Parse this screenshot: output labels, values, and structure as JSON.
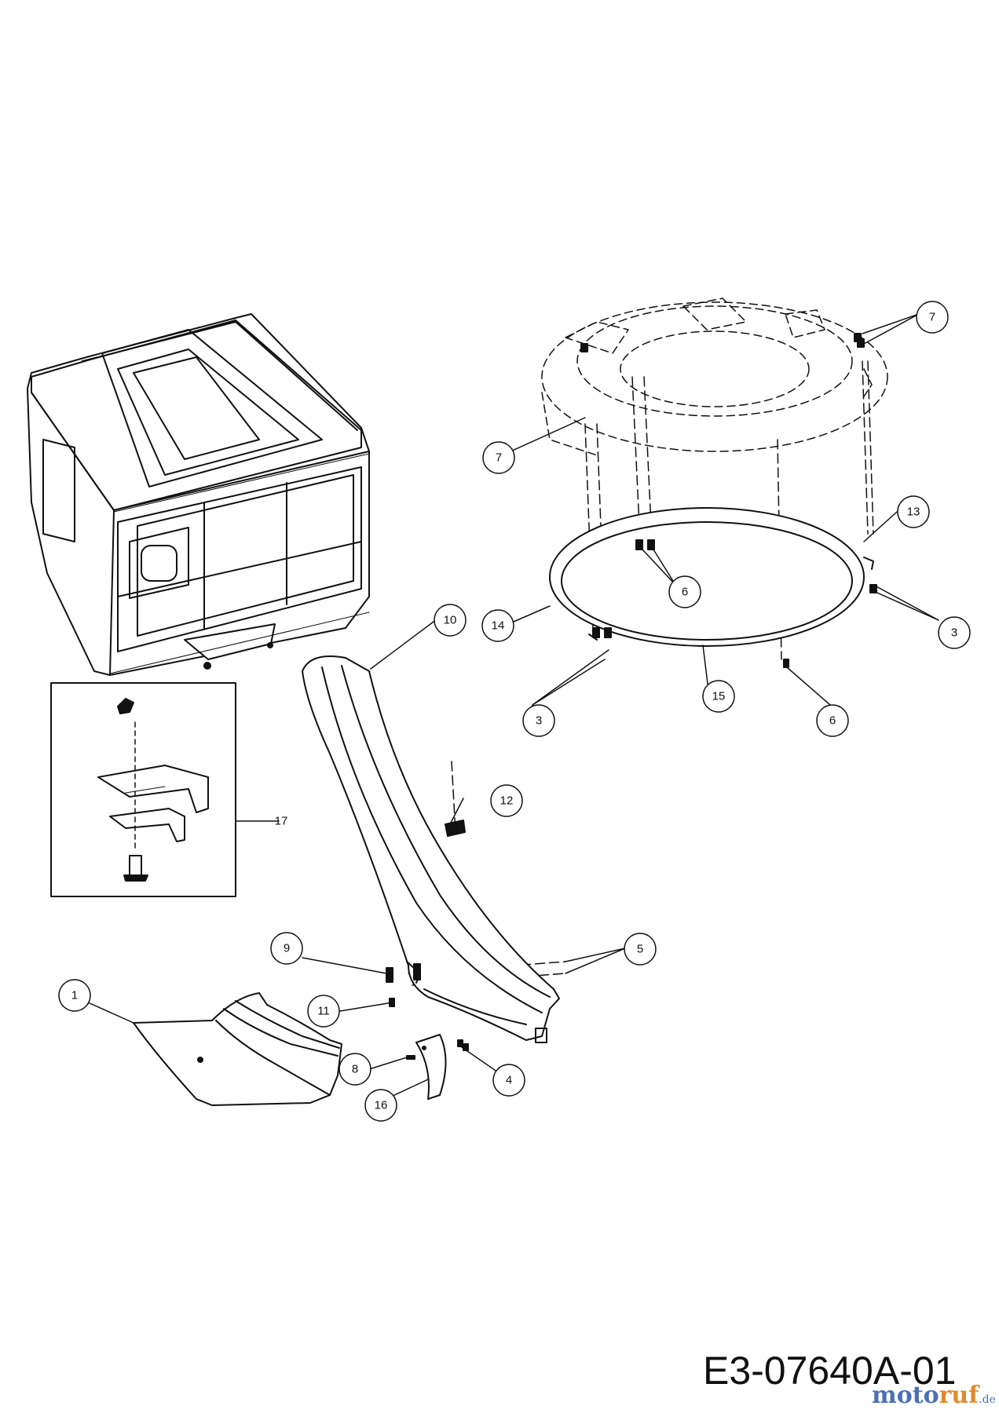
{
  "diagram": {
    "code": "E3-07640A-01",
    "watermark": {
      "part1": "moto",
      "part2": "ruf",
      "tld": ".de"
    },
    "callouts": [
      {
        "id": "c1",
        "label": "1"
      },
      {
        "id": "c3a",
        "label": "3"
      },
      {
        "id": "c3b",
        "label": "3"
      },
      {
        "id": "c4",
        "label": "4"
      },
      {
        "id": "c5",
        "label": "5"
      },
      {
        "id": "c6a",
        "label": "6"
      },
      {
        "id": "c6b",
        "label": "6"
      },
      {
        "id": "c7a",
        "label": "7"
      },
      {
        "id": "c7b",
        "label": "7"
      },
      {
        "id": "c8",
        "label": "8"
      },
      {
        "id": "c9",
        "label": "9"
      },
      {
        "id": "c10",
        "label": "10"
      },
      {
        "id": "c11",
        "label": "11"
      },
      {
        "id": "c12",
        "label": "12"
      },
      {
        "id": "c13",
        "label": "13"
      },
      {
        "id": "c14",
        "label": "14"
      },
      {
        "id": "c15",
        "label": "15"
      },
      {
        "id": "c16",
        "label": "16"
      },
      {
        "id": "c17",
        "label": "17"
      }
    ]
  }
}
